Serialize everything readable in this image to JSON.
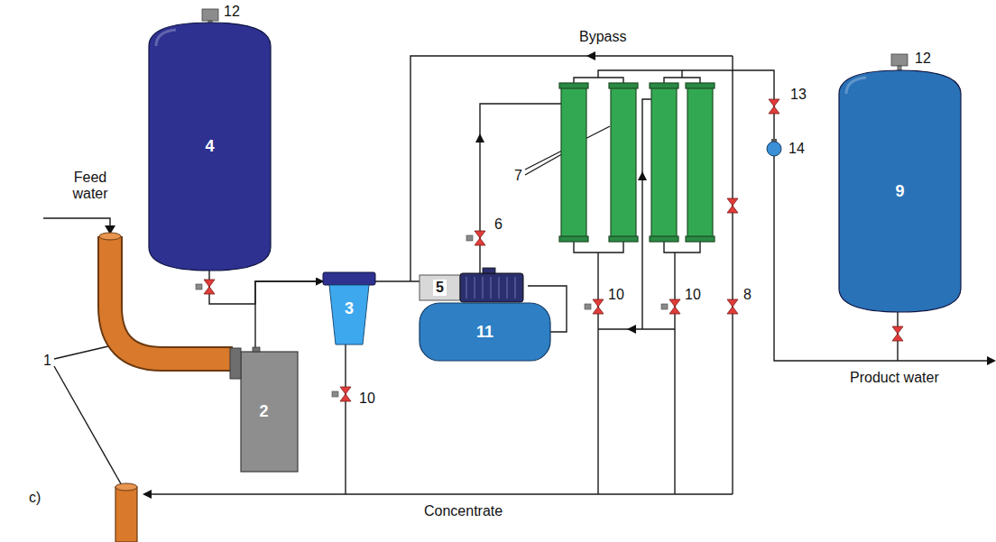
{
  "diagram": {
    "nodes": [
      {
        "text": [
          "4"
        ]
      },
      {
        "text": [
          "2"
        ]
      },
      {
        "text": [
          "3"
        ]
      },
      {
        "text": [
          "5"
        ]
      },
      {
        "text": [
          "11"
        ]
      },
      {
        "text": [
          "9"
        ]
      }
    ],
    "edges": [
      {
        "from": 0,
        "to": 2,
        "arrow": "to"
      },
      {
        "from": 1,
        "to": 2,
        "arrow": "to"
      },
      {
        "from": 2,
        "to": 3,
        "arrow": "none"
      },
      {
        "from": 3,
        "to": 4,
        "arrow": "none"
      }
    ],
    "labels": [
      "Feed water",
      "Bypass",
      "Concentrate",
      "Product water",
      "c)",
      "1",
      "12",
      "12",
      "6",
      "7",
      "10",
      "10",
      "10",
      "8",
      "13",
      "14"
    ]
  }
}
